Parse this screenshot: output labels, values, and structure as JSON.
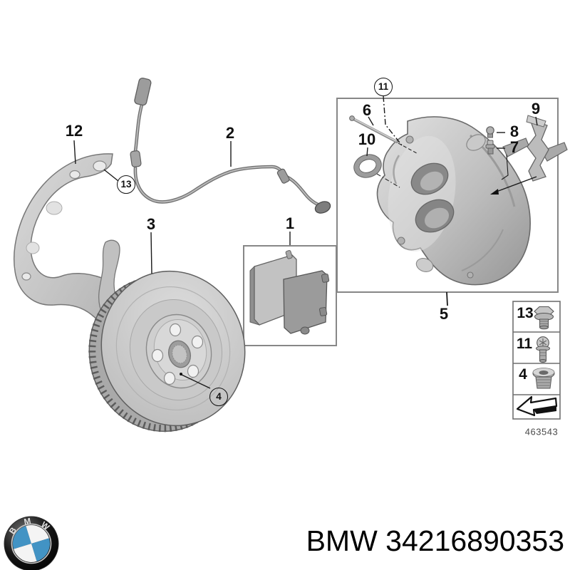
{
  "diagram": {
    "callouts": [
      {
        "label": "12"
      },
      {
        "label": "13"
      },
      {
        "label": "2"
      },
      {
        "label": "3"
      },
      {
        "label": "1"
      },
      {
        "label": "4"
      },
      {
        "label": "11"
      },
      {
        "label": "6"
      },
      {
        "label": "10"
      },
      {
        "label": "9"
      },
      {
        "label": "8"
      },
      {
        "label": "7"
      },
      {
        "label": "5"
      }
    ],
    "legend": {
      "rows": [
        {
          "label": "13"
        },
        {
          "label": "11"
        },
        {
          "label": "4"
        }
      ],
      "code": "463543"
    }
  },
  "footer": {
    "logo_letters": [
      "B",
      "M",
      "W"
    ],
    "part_number": "BMW 34216890353"
  },
  "colors": {
    "bmw_blue": "#4293c4",
    "label_ink": "#111111"
  }
}
